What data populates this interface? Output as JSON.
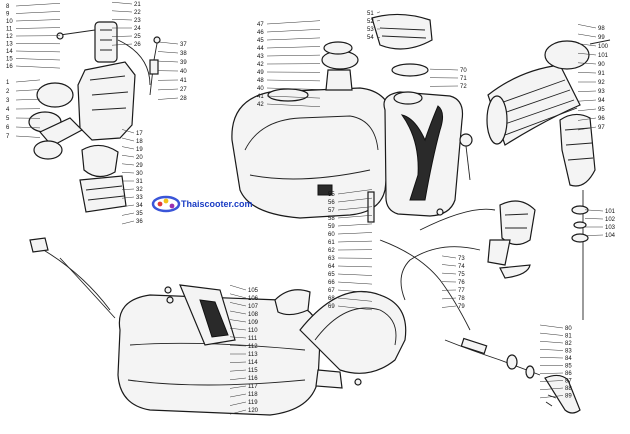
{
  "watermark": {
    "text": "Thaiscooter.com",
    "accent": "#1a3cc4",
    "logo_colors": [
      "#3a55d8",
      "#e03a3a",
      "#f2c21a",
      "#9b2fb0"
    ]
  },
  "callouts": {
    "carb_left": [
      "1",
      "2",
      "3",
      "4",
      "5",
      "6",
      "7"
    ],
    "carb_top": [
      "8",
      "9",
      "10",
      "11",
      "12",
      "13",
      "14",
      "15",
      "16"
    ],
    "carb_top_right": [
      "21",
      "22",
      "23",
      "24",
      "25",
      "26"
    ],
    "cable": [
      "37",
      "38",
      "39",
      "40",
      "41",
      "27",
      "28"
    ],
    "carb_lower": [
      "17",
      "18",
      "19",
      "20",
      "29",
      "30",
      "31",
      "32",
      "33",
      "34",
      "35",
      "36"
    ],
    "tank_cap": [
      "47",
      "46",
      "45",
      "44",
      "43",
      "42",
      "49",
      "48",
      "40",
      "41",
      "42"
    ],
    "tank_top": [
      "51",
      "52",
      "53",
      "54"
    ],
    "tank_right": [
      "70",
      "71",
      "72"
    ],
    "tank_bottom": [
      "55",
      "56",
      "57",
      "58",
      "59",
      "60",
      "61",
      "62",
      "63",
      "64",
      "65",
      "66",
      "67",
      "68",
      "69"
    ],
    "air_filter": [
      "98",
      "99",
      "100",
      "101",
      "90",
      "91",
      "92",
      "93",
      "94",
      "95",
      "96",
      "97"
    ],
    "air_filter_bottom": [
      "101",
      "102",
      "103",
      "104"
    ],
    "valve": [
      "73",
      "74",
      "75",
      "76",
      "77",
      "78",
      "79"
    ],
    "throttle": [
      "80",
      "81",
      "82",
      "83",
      "84",
      "85",
      "86",
      "87",
      "88",
      "89"
    ],
    "muffler": [
      "105",
      "106",
      "107",
      "108",
      "109",
      "110",
      "111",
      "112",
      "113",
      "114",
      "115",
      "116",
      "117",
      "118",
      "119",
      "120"
    ]
  }
}
